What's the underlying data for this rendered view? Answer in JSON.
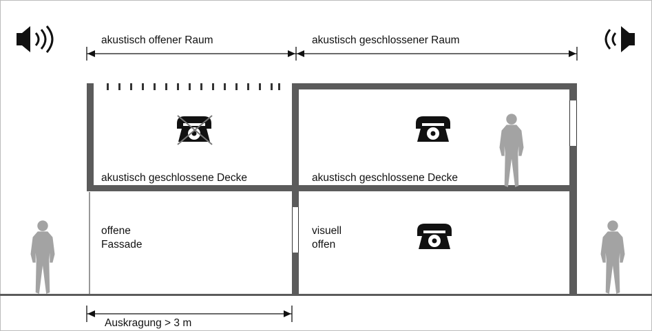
{
  "labels": {
    "open_room": "akustisch offener Raum",
    "closed_room": "akustisch geschlossener Raum",
    "closed_ceiling_left": "akustisch geschlossene Decke",
    "closed_ceiling_right": "akustisch geschlossene Decke",
    "open_facade_line1": "offene",
    "open_facade_line2": "Fassade",
    "visual_open_line1": "visuell",
    "visual_open_line2": "offen",
    "cantilever": "Auskragung > 3 m"
  },
  "icons": {
    "speaker_left": "speaker-sound-waves-icon",
    "speaker_right": "speaker-sound-waves-icon",
    "phone_crossed": "crossed-out-telephone-icon",
    "phone": "telephone-icon",
    "person": "person-silhouette-icon"
  },
  "colors": {
    "wall": "#5b5b5b",
    "person": "#a3a3a3",
    "ink": "#111111",
    "cross": "#777777"
  }
}
